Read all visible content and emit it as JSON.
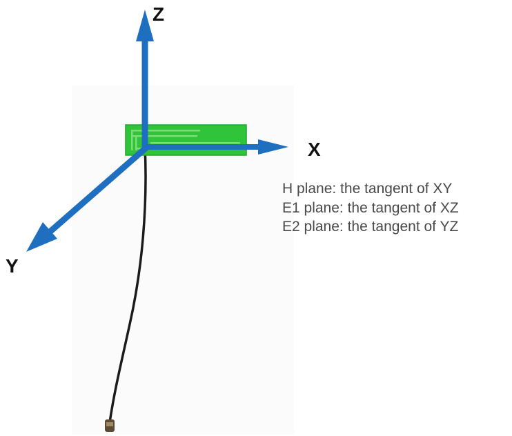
{
  "axes": {
    "z_label": "Z",
    "x_label": "X",
    "y_label": "Y",
    "color": "#1f6fc0"
  },
  "antenna": {
    "pcb_color": "#2fc43a",
    "trace_color": "#7fdc74",
    "cable_color": "#1b1b1b"
  },
  "legend": {
    "lines": [
      "H plane: the tangent of XY",
      "E1 plane: the tangent of XZ",
      "E2 plane: the tangent of YZ"
    ]
  }
}
